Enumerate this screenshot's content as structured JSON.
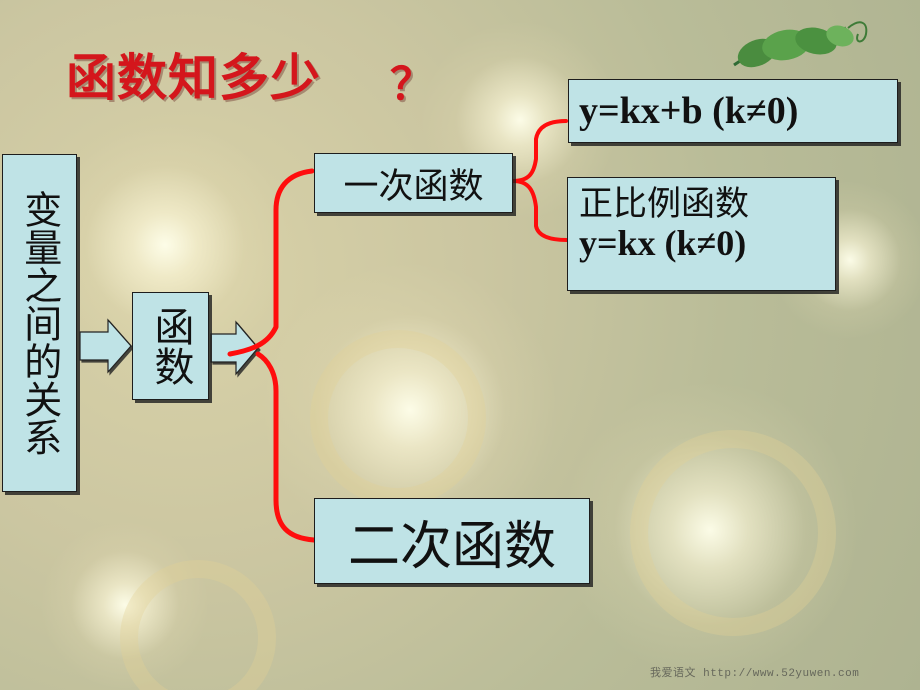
{
  "title": {
    "text": "函数知多少",
    "mark": "？"
  },
  "diagram": {
    "root": "变量之间的关系",
    "branch": "函数",
    "linear": "一次函数",
    "quadratic": "二次函数",
    "formula_linear": "y=kx+b  (k≠0)",
    "proportional_title": "正比例函数",
    "formula_proportional": "y=kx  (k≠0)"
  },
  "watermark": "我爱语文  http://www.52yuwen.com",
  "colors": {
    "accent": "#d4161c",
    "box_fill": "#bfe3e6",
    "arrow_fill": "#bfe3e6"
  },
  "icons": {
    "decor_plant": "leaf-vine-icon"
  }
}
